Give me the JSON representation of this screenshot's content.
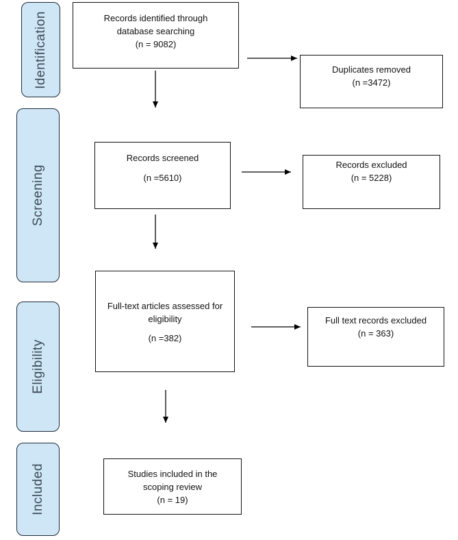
{
  "stages": [
    {
      "id": "identification",
      "label": "Identification"
    },
    {
      "id": "screening",
      "label": "Screening"
    },
    {
      "id": "eligibility",
      "label": "Eligibility"
    },
    {
      "id": "included",
      "label": "Included"
    }
  ],
  "boxes": {
    "records_identified": {
      "line1": "Records identified through",
      "line2": "database searching",
      "count": "(n = 9082)"
    },
    "duplicates_removed": {
      "line1": "Duplicates removed",
      "count": "(n =3472)"
    },
    "records_screened": {
      "line1": "Records screened",
      "count": "(n =5610)"
    },
    "records_excluded": {
      "line1": "Records excluded",
      "count": "(n = 5228)"
    },
    "fulltext_assessed": {
      "line1": "Full-text articles assessed for",
      "line2": "eligibility",
      "count": "(n =382)"
    },
    "fulltext_excluded": {
      "line1": "Full text records excluded",
      "count": "(n = 363)"
    },
    "studies_included": {
      "line1": "Studies included in the",
      "line2": "scoping review",
      "count": "(n = 19)"
    }
  }
}
